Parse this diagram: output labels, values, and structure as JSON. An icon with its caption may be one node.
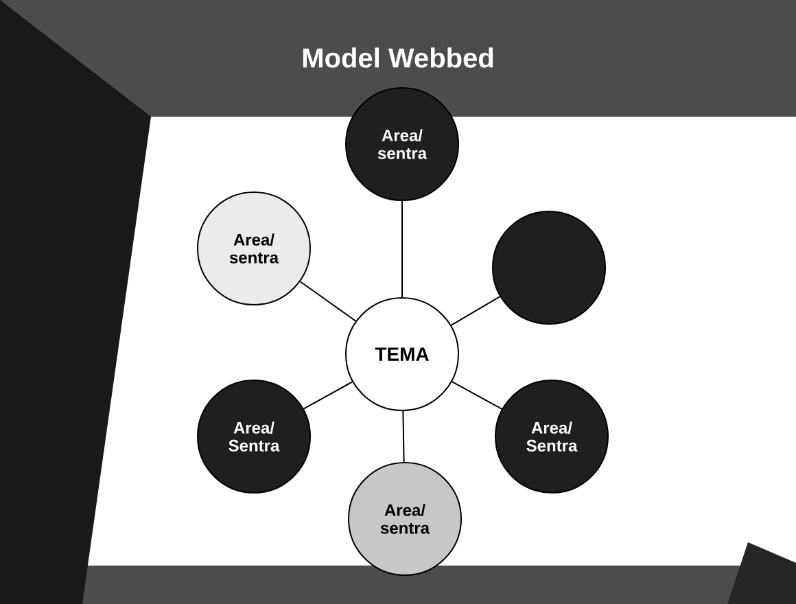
{
  "diagram": {
    "title": "Model Webbed",
    "nodes": [
      {
        "text": [
          "Area/ sentra"
        ]
      },
      {
        "text": [
          "Area/ sentra"
        ]
      },
      {
        "text": [],
        "shape": "circle"
      },
      {
        "text": [
          "TEMA"
        ]
      },
      {
        "text": [
          "Area/ Sentra"
        ]
      },
      {
        "text": [
          "Area/ Sentra"
        ]
      },
      {
        "text": [
          "Area/ sentra"
        ]
      }
    ],
    "edges": [
      {
        "from": 3,
        "to": 0,
        "arrow": "none"
      },
      {
        "from": 3,
        "to": 1,
        "arrow": "none"
      },
      {
        "from": 3,
        "to": 2,
        "arrow": "none"
      },
      {
        "from": 3,
        "to": 4,
        "arrow": "none"
      },
      {
        "from": 3,
        "to": 5,
        "arrow": "none"
      },
      {
        "from": 3,
        "to": 6,
        "arrow": "none"
      }
    ]
  }
}
